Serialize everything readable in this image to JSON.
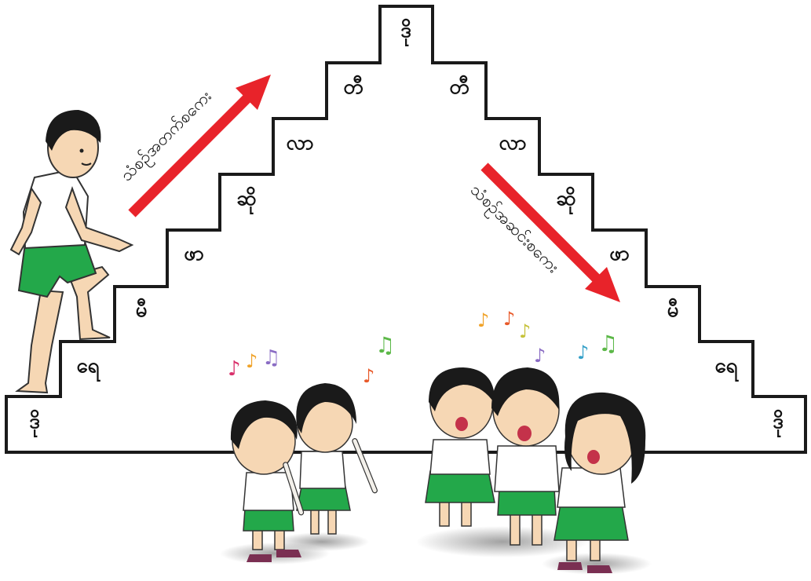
{
  "steps_ascending": [
    "ဒို",
    "ရေ",
    "မီ",
    "ဖာ",
    "ဆို",
    "လာ",
    "တီ",
    "ဒို"
  ],
  "steps_descending": [
    "တီ",
    "လာ",
    "ဆို",
    "ဖာ",
    "မီ",
    "ရေ",
    "ဒို"
  ],
  "arrow_up_label": "သံစဉ်အတက်စကေး",
  "arrow_down_label": "သံစဉ်အဆင်းစကေး",
  "colors": {
    "arrow": "#e8232a",
    "uniform_skirt": "#23a84a",
    "shirt": "#ffffff",
    "hair": "#1a1a1a",
    "skin": "#f6d7b4",
    "stair_outline": "#1a1a1a"
  },
  "music_note_colors": [
    "#d9306b",
    "#f0a32a",
    "#8a6cc4",
    "#34a0c8",
    "#5cb848",
    "#e85a2a"
  ]
}
